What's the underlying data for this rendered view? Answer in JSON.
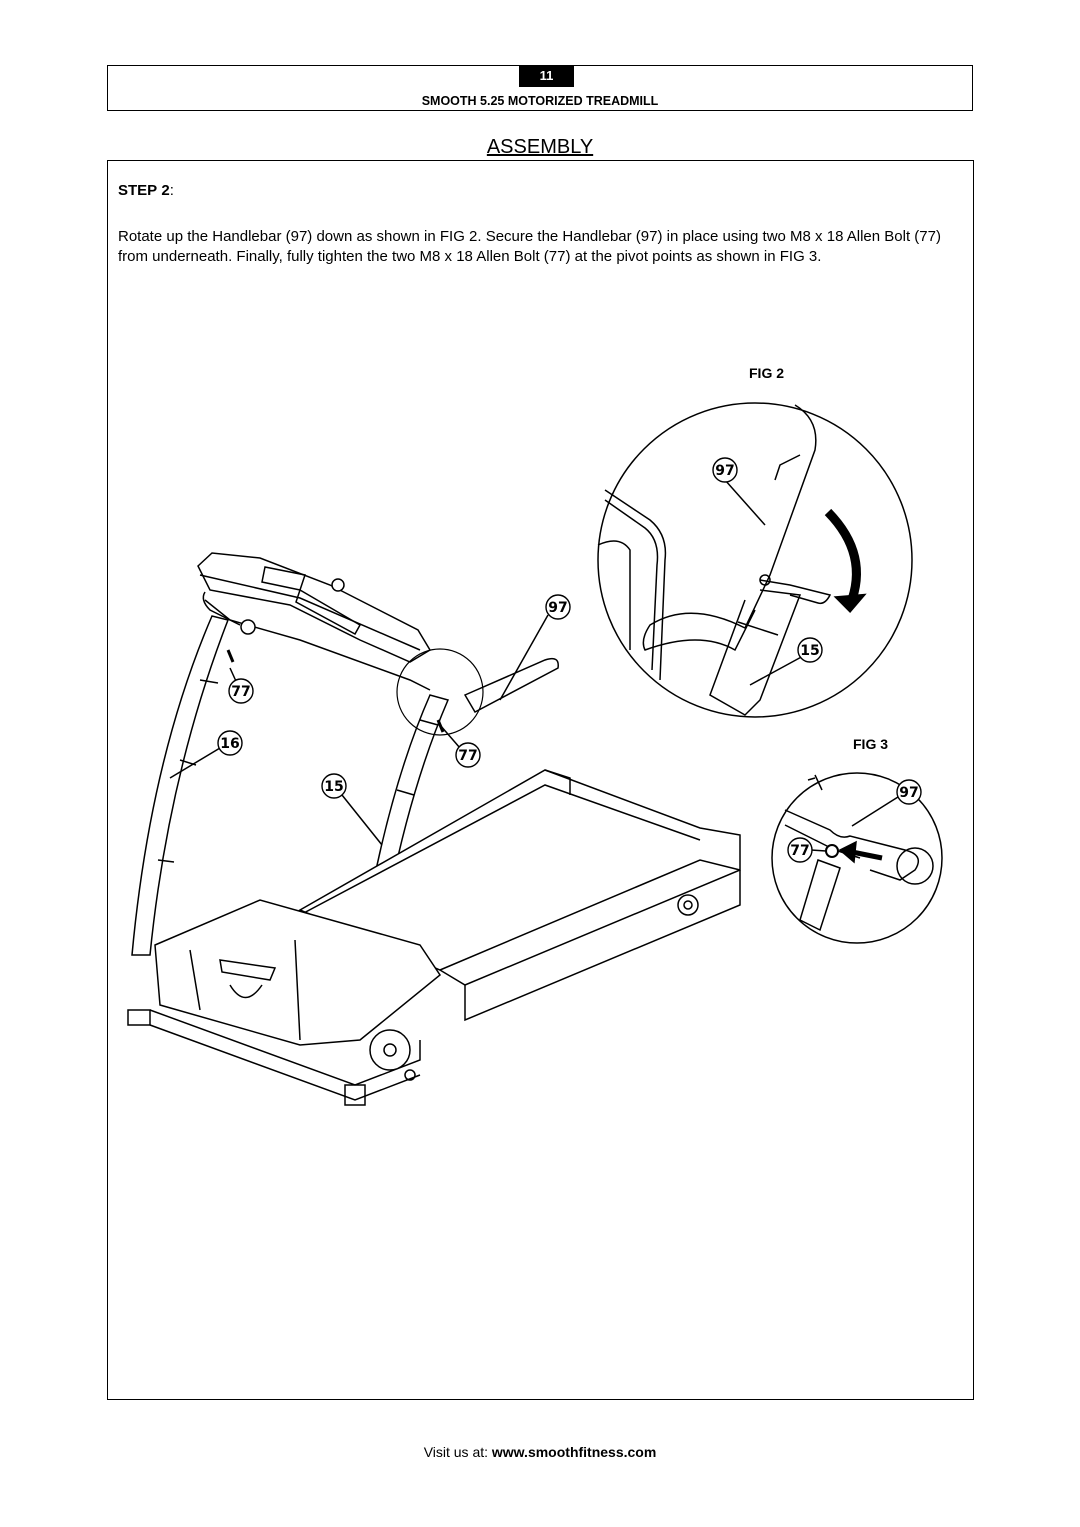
{
  "header": {
    "page_number": "11",
    "doc_title": "SMOOTH 5.25 MOTORIZED TREADMILL"
  },
  "section": {
    "title": "ASSEMBLY"
  },
  "step": {
    "label": "STEP",
    "number": "2",
    "instructions": "Rotate up the Handlebar (97) down as shown in FIG 2.  Secure the Handlebar (97) in place using two M8 x 18 Allen Bolt (77) from underneath.  Finally, fully tighten the two M8 x 18 Allen Bolt (77) at the pivot points as shown in FIG 3."
  },
  "figures": {
    "fig2_label": "FIG 2",
    "fig3_label": "FIG 3"
  },
  "callouts": {
    "main": [
      "97",
      "77",
      "16",
      "77",
      "15"
    ],
    "fig2": [
      "97",
      "15"
    ],
    "fig3": [
      "97",
      "77"
    ]
  },
  "footer": {
    "prefix": "Visit us at: ",
    "url": "www.smoothfitness.com"
  }
}
